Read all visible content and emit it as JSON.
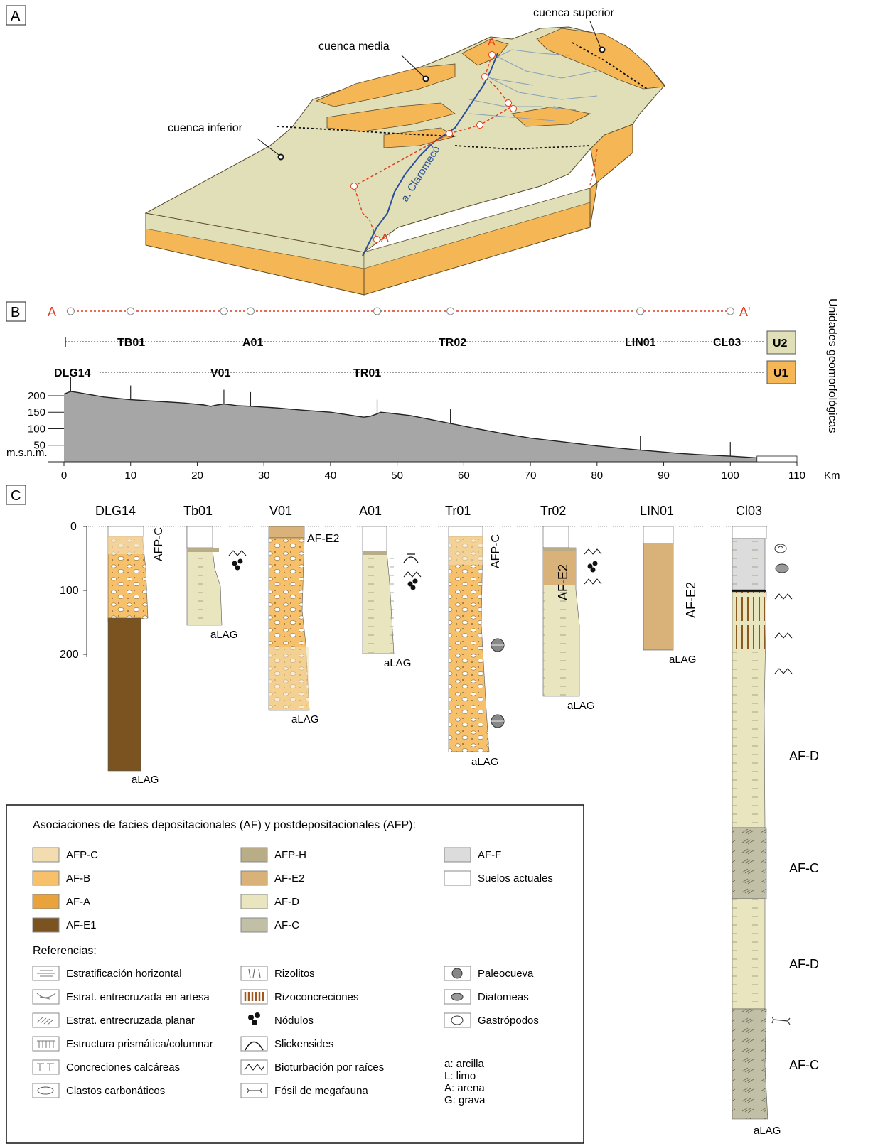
{
  "panels": {
    "a": "A",
    "b": "B",
    "c": "C"
  },
  "block_map": {
    "cuenca_superior": "cuenca superior",
    "cuenca_media": "cuenca media",
    "cuenca_inferior": "cuenca inferior",
    "river": "a. Claromecó",
    "point_a": "A",
    "point_a_prime": "A'"
  },
  "transect": {
    "a": "A",
    "a_prime": "A'",
    "side_label": "Unidades geomorfológicas",
    "u2": {
      "label": "U2",
      "sites": [
        "TB01",
        "A01",
        "TR02",
        "LIN01",
        "CL03"
      ]
    },
    "u1": {
      "label": "U1",
      "sites": [
        "DLG14",
        "V01",
        "TR01"
      ]
    }
  },
  "colors": {
    "afp_c": "#f2dcb0",
    "af_b": "#f7c06a",
    "af_a": "#e8a33c",
    "af_e1": "#7a5320",
    "afp_h": "#b8ad86",
    "af_e2": "#d9b27a",
    "af_d": "#e8e5bf",
    "af_c": "#c2bfa7",
    "af_f": "#dcdcdc",
    "orange_map": "#f5b656",
    "plain_map": "#e0dfb8",
    "river": "#2a4f9a",
    "red": "#e23a1a",
    "profile_fill": "#a6a6a6"
  },
  "chart_data": {
    "type": "area",
    "ylabel": "m.s.n.m.",
    "xunit": "Km",
    "xticks": [
      0,
      10,
      20,
      30,
      40,
      50,
      60,
      70,
      80,
      90,
      100,
      110
    ],
    "yticks": [
      50,
      100,
      150,
      200
    ],
    "xlim": [
      0,
      110
    ],
    "ylim": [
      0,
      215
    ],
    "x": [
      0,
      1,
      2,
      4,
      6,
      8,
      10,
      14,
      18,
      21,
      22,
      23,
      24,
      26,
      28,
      32,
      36,
      40,
      44,
      45,
      46,
      47,
      47.5,
      49,
      52,
      55,
      58,
      62,
      66,
      70,
      75,
      80,
      85,
      88,
      92,
      95,
      100,
      104,
      107,
      110
    ],
    "y": [
      205,
      213,
      210,
      203,
      196,
      192,
      188,
      183,
      178,
      172,
      168,
      172,
      175,
      170,
      168,
      163,
      156,
      150,
      138,
      135,
      138,
      145,
      150,
      147,
      140,
      128,
      116,
      100,
      85,
      72,
      60,
      48,
      38,
      33,
      26,
      22,
      17,
      12,
      6,
      0
    ],
    "sites": [
      {
        "name": "DLG14",
        "km": 1
      },
      {
        "name": "TB01",
        "km": 10
      },
      {
        "name": "V01",
        "km": 24
      },
      {
        "name": "A01",
        "km": 28
      },
      {
        "name": "TR01",
        "km": 47
      },
      {
        "name": "TR02",
        "km": 58
      },
      {
        "name": "LIN01",
        "km": 86.5
      },
      {
        "name": "CL03",
        "km": 100
      }
    ]
  },
  "columns": {
    "depth_ticks": [
      "0",
      "100",
      "200"
    ],
    "grain_scale": "aLAG",
    "titles": {
      "dlg14": "DLG14",
      "tb01": "Tb01",
      "v01": "V01",
      "a01": "A01",
      "tr01": "Tr01",
      "tr02": "Tr02",
      "lin01": "LIN01",
      "cl03": "Cl03"
    },
    "units": {
      "dlg14": "AFP-C",
      "v01": "AF-E2",
      "tr01": "AFP-C",
      "tr02": "AF-E2",
      "lin01": "AF-E2",
      "cl03_d1": "AF-D",
      "cl03_c1": "AF-C",
      "cl03_d2": "AF-D",
      "cl03_c2": "AF-C"
    }
  },
  "legend": {
    "title": "Asociaciones de facies depositacionales (AF) y postdepositacionales (AFP):",
    "facies": [
      "AFP-C",
      "AF-B",
      "AF-A",
      "AF-E1",
      "AFP-H",
      "AF-E2",
      "AF-D",
      "AF-C",
      "AF-F",
      "Suelos actuales"
    ],
    "ref_title": "Referencias:",
    "refs": [
      "Estratificación horizontal",
      "Estrat. entrecruzada en artesa",
      "Estrat. entrecruzada planar",
      "Estructura prismática/columnar",
      "Concreciones calcáreas",
      "Clastos carbonáticos",
      "Rizolitos",
      "Rizoconcreciones",
      "Nódulos",
      "Slickensides",
      "Bioturbación por raíces",
      "Fósil de megafauna",
      "Paleocueva",
      "Diatomeas",
      "Gastrópodos"
    ],
    "grain": [
      "a: arcilla",
      "L: limo",
      "A: arena",
      "G: grava"
    ]
  }
}
